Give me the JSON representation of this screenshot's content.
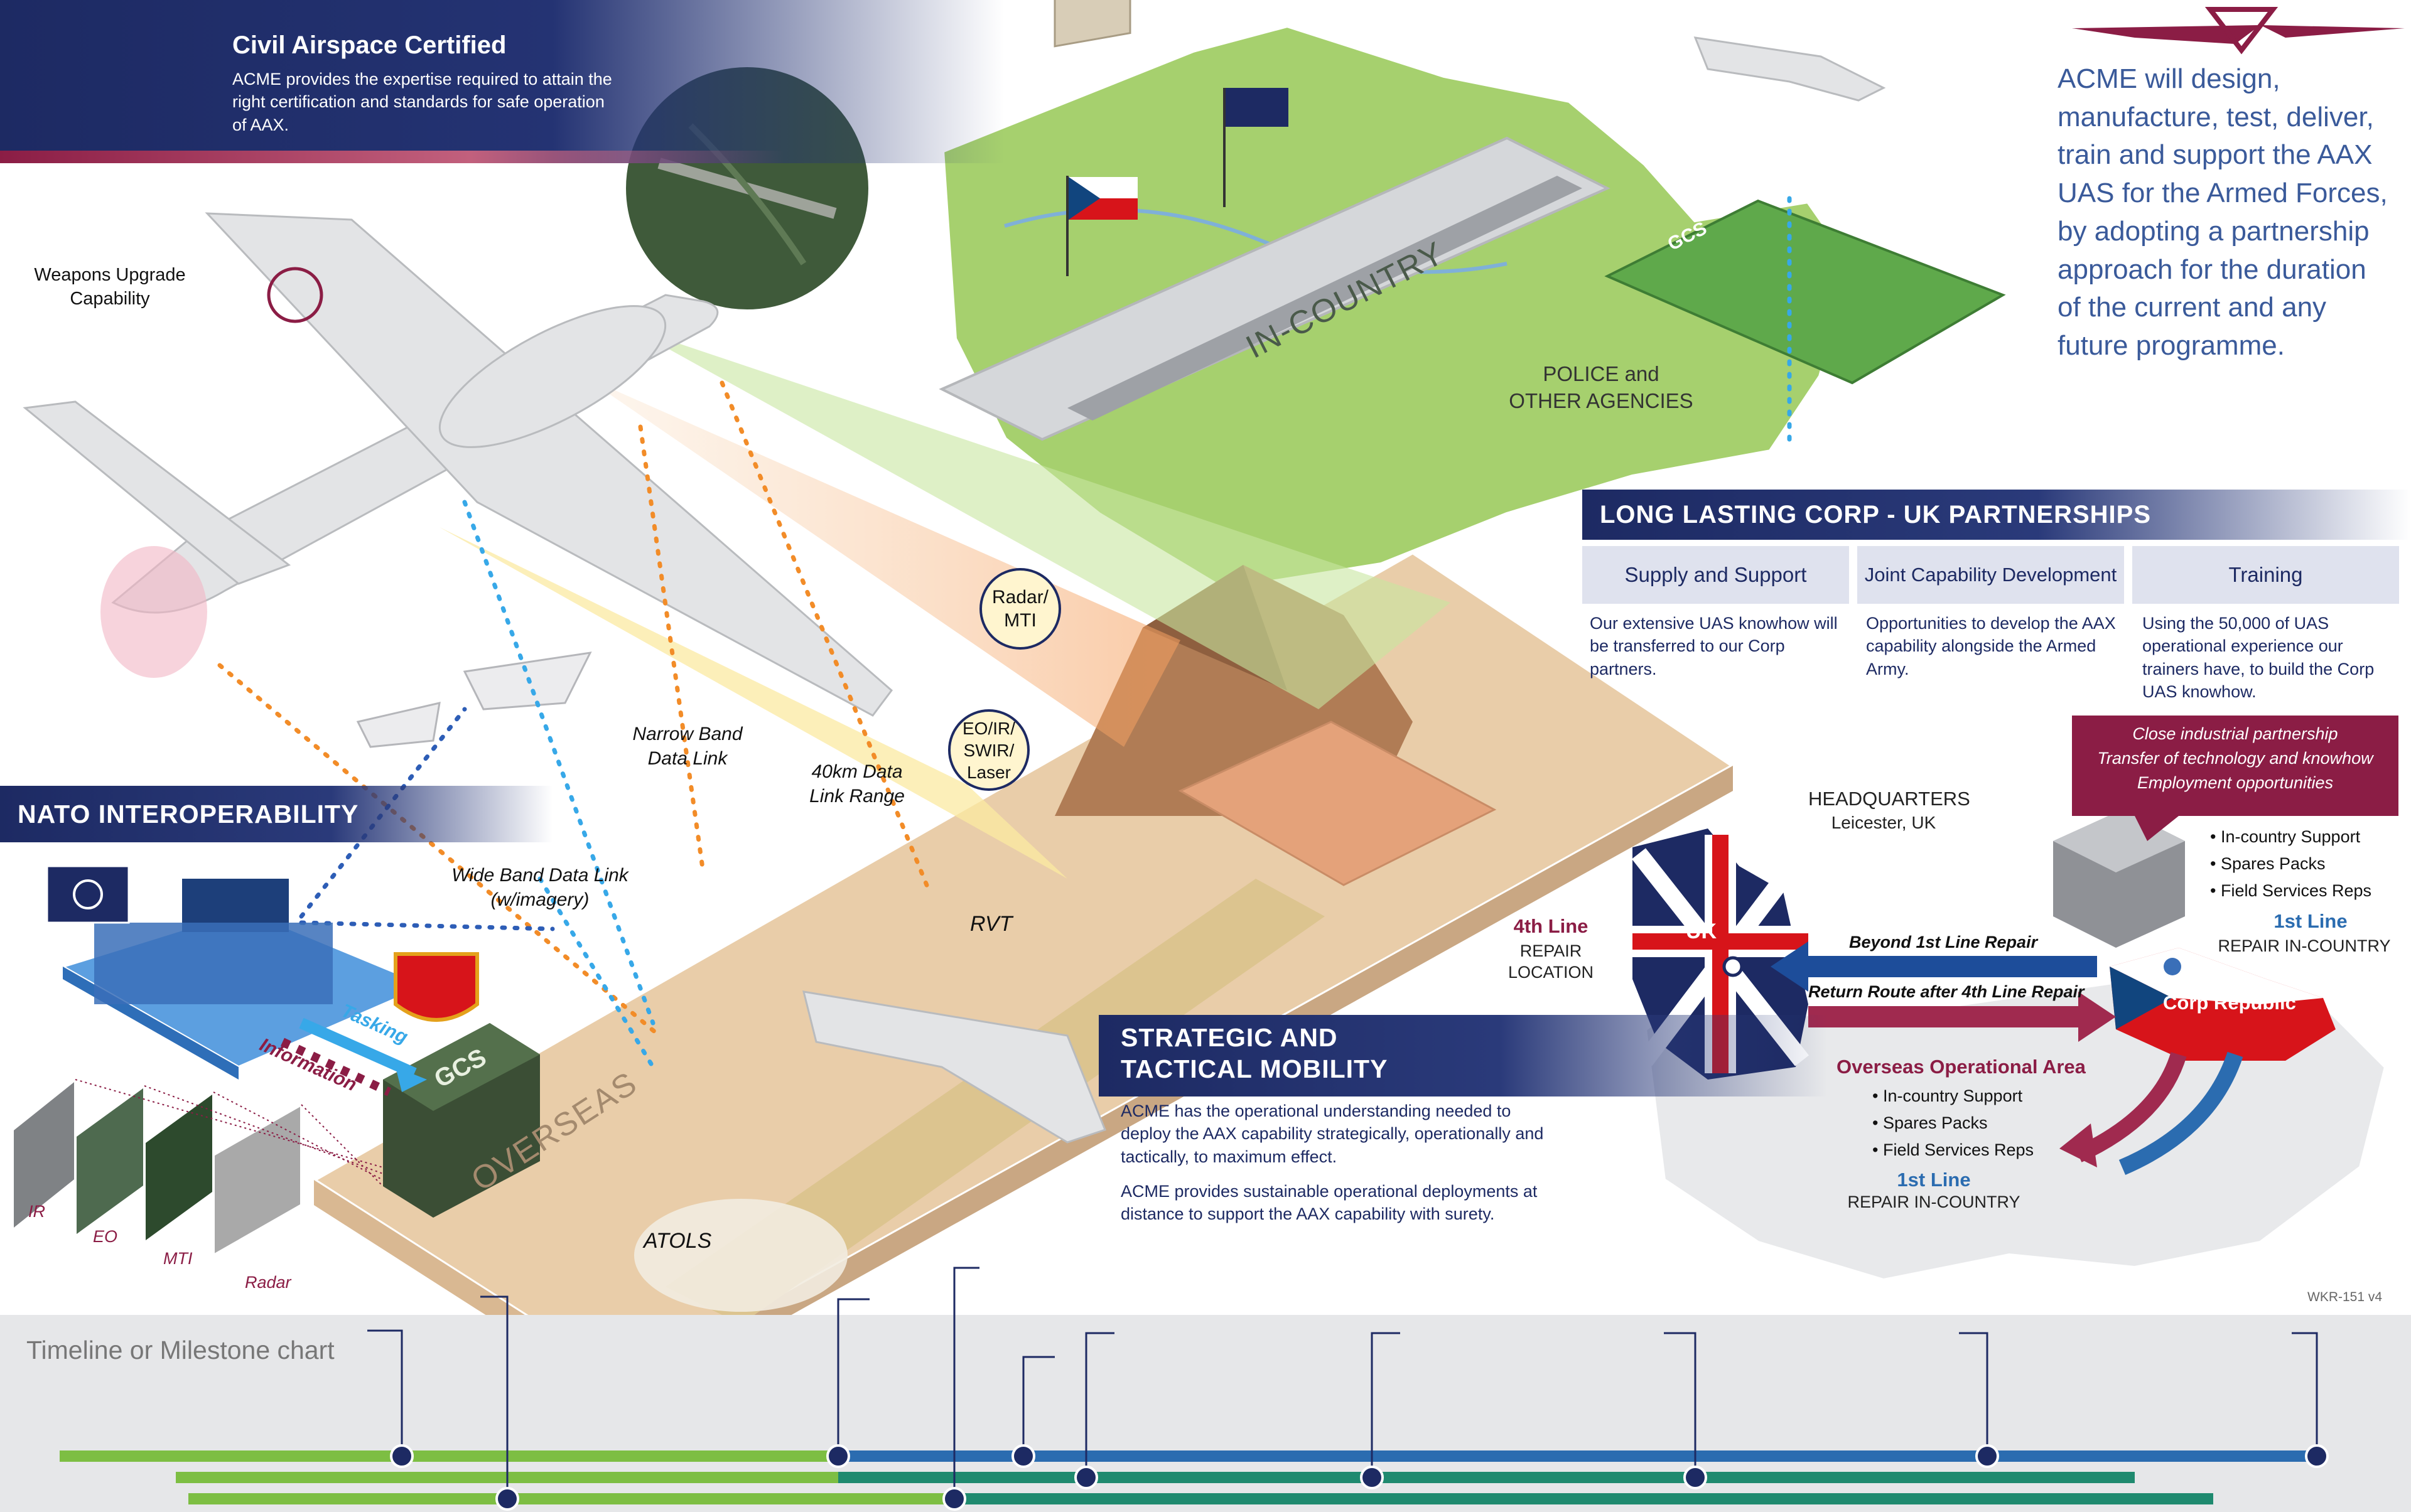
{
  "header": {
    "title": "Civil Airspace Certified",
    "body": "ACME provides the expertise required to attain the right certification and standards for safe operation of AAX."
  },
  "mission_statement": "ACME will design, manufacture, test, deliver, train and support the AAX UAS for the Armed Forces, by adopting a partnership approach for the duration of the current and any future programme.",
  "labels": {
    "weapons_upgrade": "Weapons Upgrade Capability",
    "in_country": "IN-COUNTRY",
    "police": "POLICE and OTHER AGENCIES",
    "overseas": "OVERSEAS",
    "radar_mti": "Radar/ MTI",
    "eo_ir": "EO/IR/ SWIR/ Laser",
    "narrow_band": "Narrow Band Data Link",
    "range": "40km Data Link Range",
    "wide_band": "Wide Band Data Link (w/imagery)",
    "rvt": "RVT",
    "atols": "ATOLS",
    "gcs": "GCS",
    "gcs_top": "GCS",
    "tasking": "Tasking",
    "information": "Information"
  },
  "nato": {
    "title": "NATO INTEROPERABILITY"
  },
  "sensor_feeds": [
    "IR",
    "EO",
    "MTI",
    "Radar"
  ],
  "partnerships": {
    "title": "LONG LASTING CORP - UK PARTNERSHIPS",
    "columns": [
      {
        "tab": "Supply and Support",
        "text": "Our extensive UAS knowhow will be transferred to our Corp partners."
      },
      {
        "tab": "Joint Capability Development",
        "text": "Opportunities to develop the AAX capability alongside the Armed Army."
      },
      {
        "tab": "Training",
        "text": "Using the  50,000 of UAS operational experience our trainers have, to build the Corp UAS knowhow."
      }
    ]
  },
  "mobility": {
    "title_line1": "STRATEGIC AND",
    "title_line2": "TACTICAL MOBILITY",
    "p1": "ACME has the operational understanding needed to deploy the AAX capability strategically, operationally and tactically, to maximum effect.",
    "p2": "ACME provides sustainable operational deployments at distance to support the AAX capability with surety."
  },
  "map": {
    "callout": [
      "Close industrial partnership",
      "Transfer of technology and knowhow",
      "Employment opportunities"
    ],
    "hq_title": "HEADQUARTERS",
    "hq_loc": "Leicester, UK",
    "bullets_corp": [
      "In-country Support",
      "Spares Packs",
      "Field Services Reps"
    ],
    "first_line_label": "1st Line",
    "first_line_sub": "REPAIR IN-COUNTRY",
    "fourth_line_label": "4th Line",
    "fourth_line_sub1": "REPAIR",
    "fourth_line_sub2": "LOCATION",
    "uk": "UK",
    "corp": "Corp Republic",
    "beyond": "Beyond 1st Line Repair",
    "return": "Return Route after 4th Line Repair",
    "overseas_title": "Overseas Operational Area",
    "bullets_overseas": [
      "In-country Support",
      "Spares Packs",
      "Field Services Reps"
    ],
    "first_line_label2": "1st Line",
    "first_line_sub2": "REPAIR IN-COUNTRY"
  },
  "version": "WKR-151  v4",
  "timeline": {
    "title": "Timeline or Milestone chart"
  },
  "colors": {
    "navy": "#1d2a63",
    "crimson": "#8b1d45",
    "green_bar": "#7dbe43",
    "blue_bar": "#2b6cb0",
    "teal_bar": "#1f8a6f"
  }
}
